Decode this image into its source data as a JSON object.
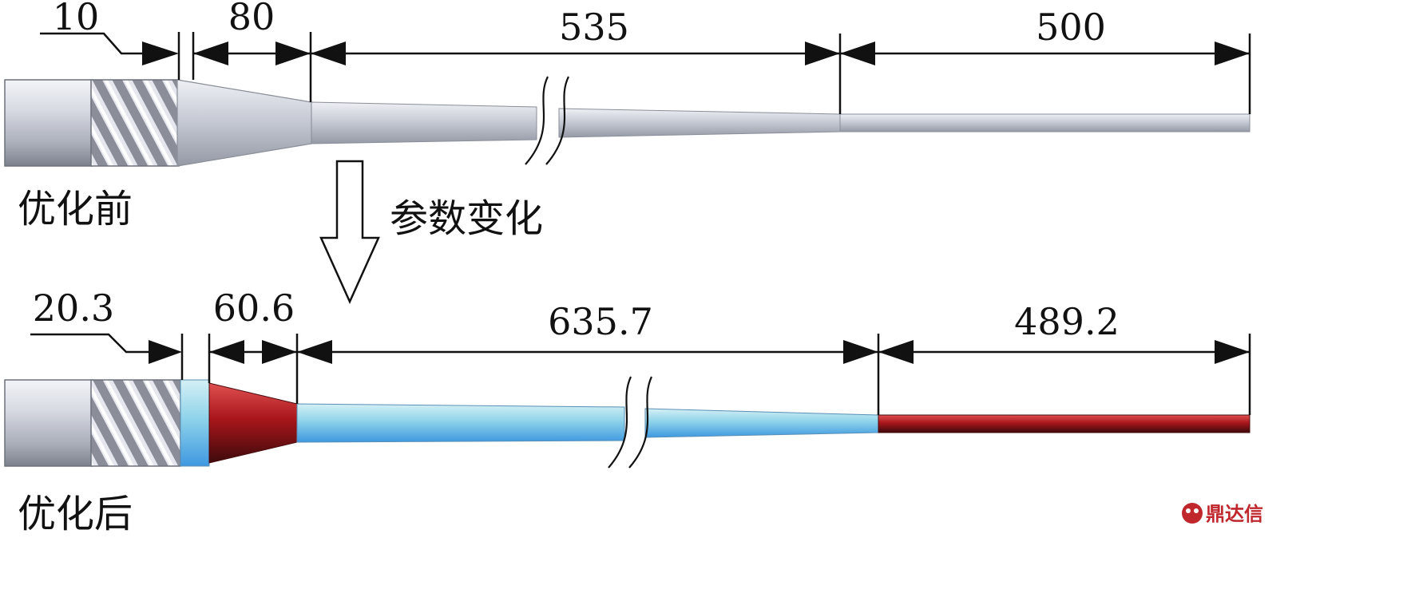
{
  "before": {
    "label": "优化前",
    "dimensions": [
      "10",
      "80",
      "535",
      "500"
    ]
  },
  "after": {
    "label": "优化后",
    "dimensions": [
      "20.3",
      "60.6",
      "635.7",
      "489.2"
    ]
  },
  "transition_label": "参数变化",
  "watermark": "鼎达信",
  "colors": {
    "steel": "#c8ccd6",
    "highlight_blue": "#63b6ea",
    "highlight_red": "#a8161b"
  }
}
